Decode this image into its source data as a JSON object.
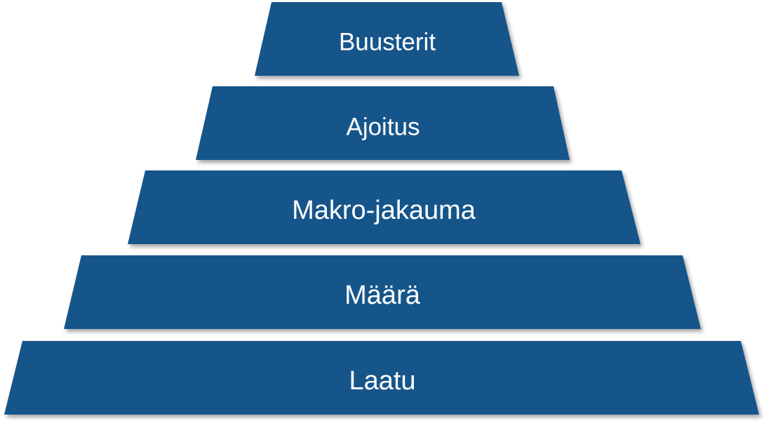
{
  "diagram": {
    "type": "pyramid",
    "fill_color": "#19548A",
    "text_color": "#FFFFFF",
    "tiers": [
      {
        "label": "Buusterit"
      },
      {
        "label": "Ajoitus"
      },
      {
        "label": "Makro-jakauma"
      },
      {
        "label": "Määrä"
      },
      {
        "label": "Laatu"
      }
    ]
  }
}
